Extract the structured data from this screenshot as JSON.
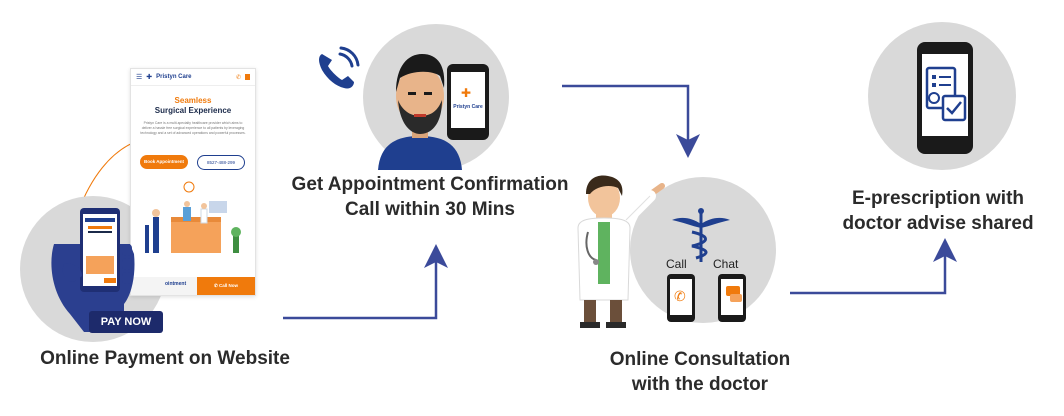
{
  "steps": [
    {
      "label_line1": "Online Payment on Website",
      "label_line2": ""
    },
    {
      "label_line1": "Get Appointment Confirmation",
      "label_line2": "Call within 30 Mins"
    },
    {
      "label_line1": "Online Consultation",
      "label_line2": "with the doctor"
    },
    {
      "label_line1": "E-prescription with",
      "label_line2": "doctor advise shared"
    }
  ],
  "payment": {
    "badge": "PAY NOW"
  },
  "website": {
    "brand": "Pristyn Care",
    "headline1": "Seamless",
    "headline2": "Surgical Experience",
    "body": "Pristyn Care is a multi-specialty healthcare provider which aims to deliver a hassle free surgical experience to all patients by leveraging technology and a set of advanced operations and powerful processes.",
    "btn_appointment": "Book Appointment",
    "btn_phone": "8527-488-299",
    "btn_bottom_left": "ointment",
    "btn_call_now": "Call Now"
  },
  "call_phone_brand": "Pristyn Care",
  "consult": {
    "call_label": "Call",
    "chat_label": "Chat"
  },
  "colors": {
    "accent_blue": "#2b3f8f",
    "orange": "#f07a0c",
    "circle_gray": "#d9d9d9",
    "arrow": "#3b4a9a"
  },
  "icons": [
    "phone-ringing-icon",
    "caduceus-icon",
    "prescription-phone-icon",
    "card-in-hand-icon"
  ]
}
